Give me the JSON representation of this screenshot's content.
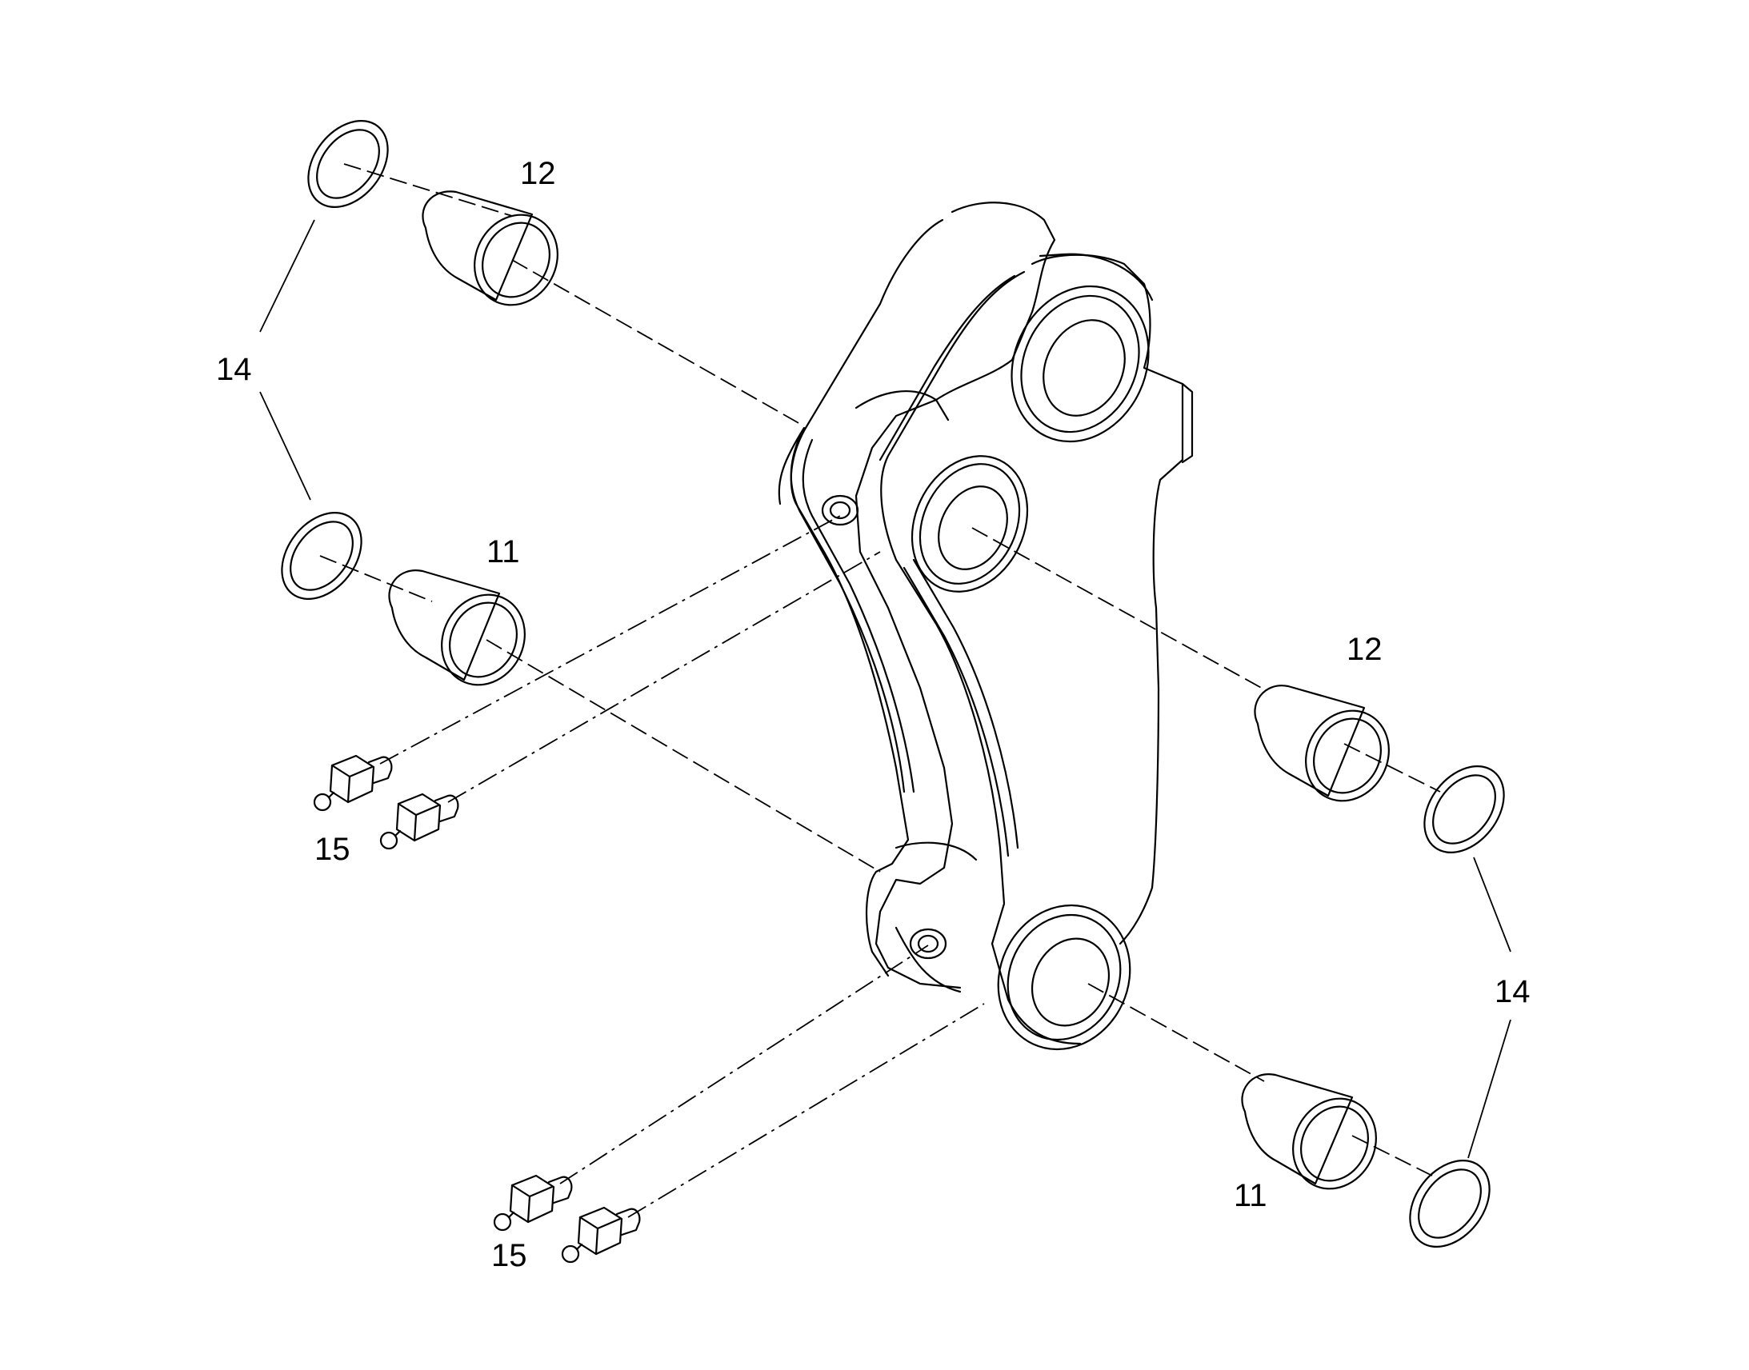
{
  "callouts": {
    "c12_top": "12",
    "c14_left": "14",
    "c11_left": "11",
    "c15_left": "15",
    "c12_right": "12",
    "c14_right": "14",
    "c11_right": "11",
    "c15_bottom": "15"
  },
  "colors": {
    "ink": "#000000",
    "paper": "#ffffff"
  },
  "icons": [
    "seal-ring-icon",
    "bushing-icon",
    "grease-nipple-icon",
    "link-arm-icon"
  ]
}
